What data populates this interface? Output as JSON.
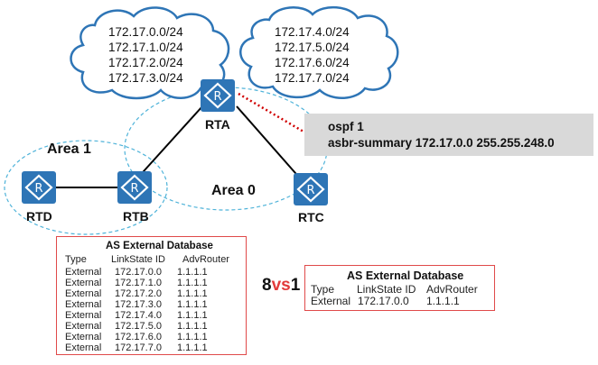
{
  "clouds": [
    {
      "routes": [
        "172.17.0.0/24",
        "172.17.1.0/24",
        "172.17.2.0/24",
        "172.17.3.0/24"
      ]
    },
    {
      "routes": [
        "172.17.4.0/24",
        "172.17.5.0/24",
        "172.17.6.0/24",
        "172.17.7.0/24"
      ]
    }
  ],
  "routers": {
    "rta": "RTA",
    "rtb": "RTB",
    "rtc": "RTC",
    "rtd": "RTD"
  },
  "areas": {
    "area1": "Area 1",
    "area0": "Area 0"
  },
  "config": {
    "line1": "ospf 1",
    "line2": "asbr-summary 172.17.0.0 255.255.248.0"
  },
  "db_before": {
    "title": "AS External  Database",
    "headers": [
      "Type",
      "LinkState ID",
      "AdvRouter"
    ],
    "rows": [
      [
        "External",
        "172.17.0.0",
        "1.1.1.1"
      ],
      [
        "External",
        "172.17.1.0",
        "1.1.1.1"
      ],
      [
        "External",
        "172.17.2.0",
        "1.1.1.1"
      ],
      [
        "External",
        "172.17.3.0",
        "1.1.1.1"
      ],
      [
        "External",
        "172.17.4.0",
        "1.1.1.1"
      ],
      [
        "External",
        "172.17.5.0",
        "1.1.1.1"
      ],
      [
        "External",
        "172.17.6.0",
        "1.1.1.1"
      ],
      [
        "External",
        "172.17.7.0",
        "1.1.1.1"
      ]
    ]
  },
  "comparison": {
    "left": "8",
    "mid": "vs",
    "right": "1"
  },
  "db_after": {
    "title": "AS External  Database",
    "headers": [
      "Type",
      "LinkState ID",
      "AdvRouter"
    ],
    "rows": [
      [
        "External",
        "172.17.0.0",
        "1.1.1.1"
      ]
    ]
  },
  "colors": {
    "router_fill": "#2e75b6",
    "cloud_stroke": "#2e75b6",
    "area_dash": "#4fb3d9",
    "db_border": "#e04a4a",
    "vs_accent": "#e23b3b",
    "config_bg": "#d9d9d9",
    "redistribution_dots": "#d00000"
  }
}
